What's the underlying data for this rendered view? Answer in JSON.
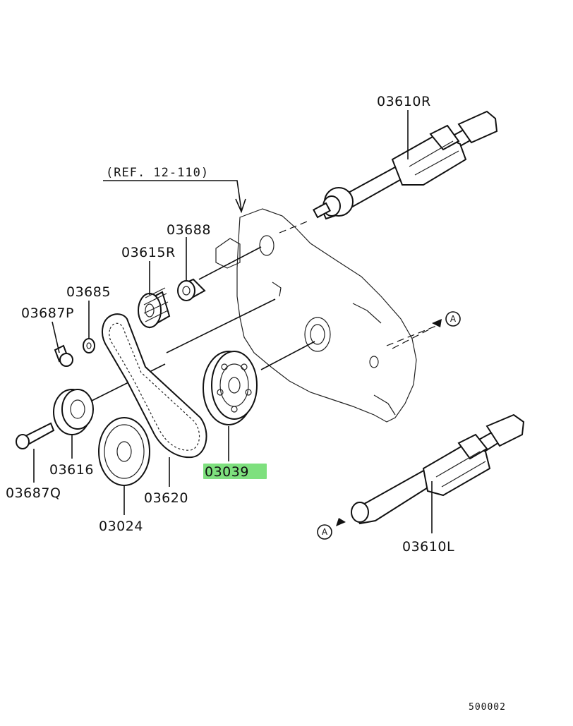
{
  "diagram": {
    "reference": "(REF. 12-110)",
    "figure_number": "500002",
    "highlight_color": "#7ee07e",
    "highlighted_part": "03039",
    "arrow_marker": "A",
    "parts": {
      "shaft_right": "03610R",
      "shaft_left": "03610L",
      "spacer": "03688",
      "sprocket_small": "03615R",
      "washer": "03685",
      "bolt_p": "03687P",
      "tensioner": "03616",
      "bolt_q": "03687Q",
      "belt": "03620",
      "pulley": "03024",
      "sprocket_large": "03039"
    }
  }
}
